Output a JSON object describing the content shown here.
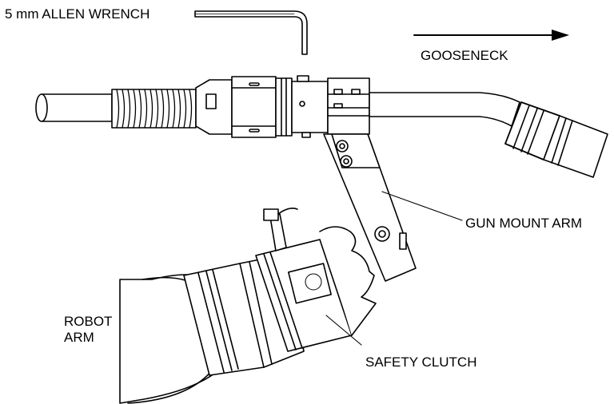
{
  "labels": {
    "allen_wrench": "5 mm ALLEN WRENCH",
    "gooseneck": "GOOSENECK",
    "gun_mount_arm": "GUN MOUNT ARM",
    "robot_arm_line1": "ROBOT",
    "robot_arm_line2": "ARM",
    "safety_clutch": "SAFETY CLUTCH"
  },
  "colors": {
    "line": "#000000",
    "fill": "#ffffff"
  }
}
